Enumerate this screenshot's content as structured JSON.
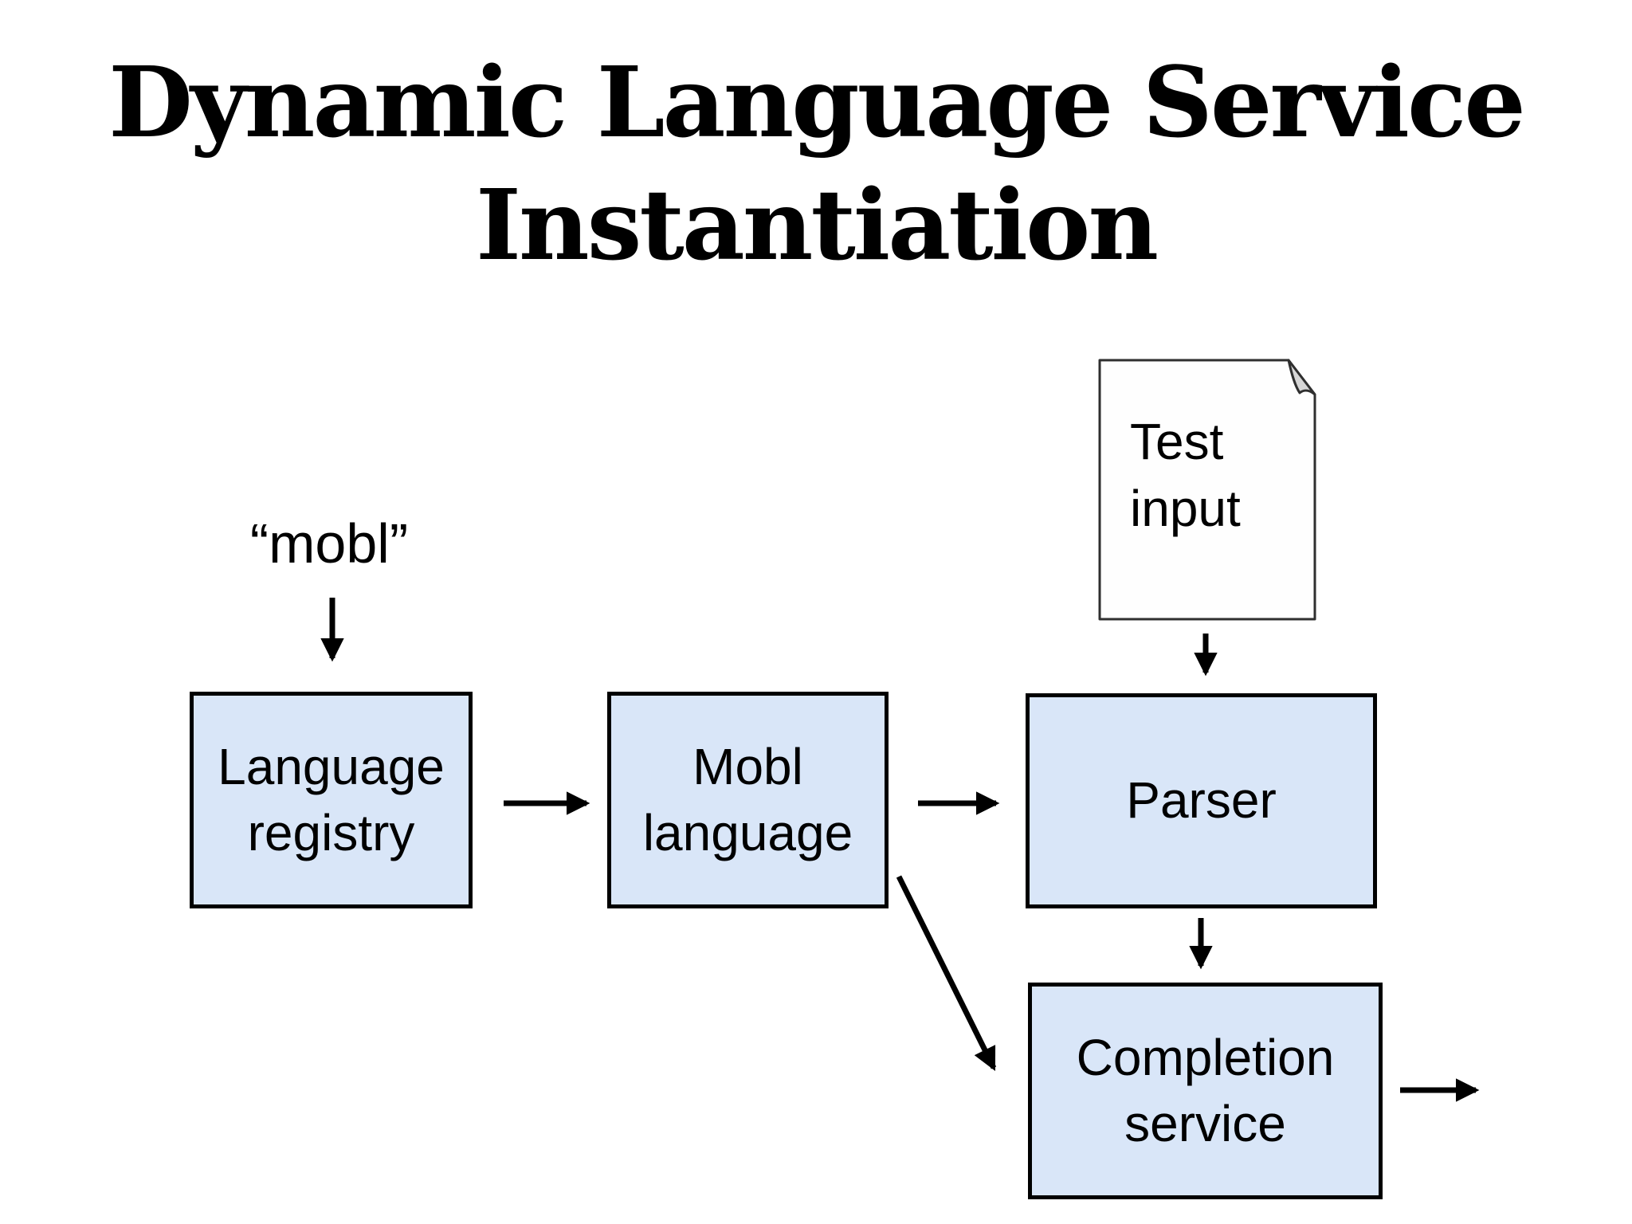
{
  "slide": {
    "title": "Dynamic Language Service\nInstantiation",
    "background": "#ffffff"
  },
  "diagram": {
    "input_label": "“mobl”",
    "nodes": [
      {
        "id": "language-registry",
        "label": "Language\nregistry",
        "shape": "box"
      },
      {
        "id": "mobl-language",
        "label": "Mobl\nlanguage",
        "shape": "box"
      },
      {
        "id": "parser",
        "label": "Parser",
        "shape": "box"
      },
      {
        "id": "completion-service",
        "label": "Completion\nservice",
        "shape": "box"
      },
      {
        "id": "test-input",
        "label": "Test\ninput",
        "shape": "document"
      }
    ],
    "edges": [
      {
        "from": "mobl-input-label",
        "to": "language-registry"
      },
      {
        "from": "language-registry",
        "to": "mobl-language"
      },
      {
        "from": "mobl-language",
        "to": "parser"
      },
      {
        "from": "test-input",
        "to": "parser"
      },
      {
        "from": "parser",
        "to": "completion-service"
      },
      {
        "from": "mobl-language",
        "to": "completion-service"
      },
      {
        "from": "completion-service",
        "to": "output"
      }
    ],
    "colors": {
      "node_fill": "#d9e6f8",
      "node_border": "#000000",
      "arrow": "#000000",
      "document_fill": "#fefefe",
      "document_border": "#2f2f2f",
      "fold_fill": "#d6d6d6",
      "text": "#111111"
    }
  }
}
